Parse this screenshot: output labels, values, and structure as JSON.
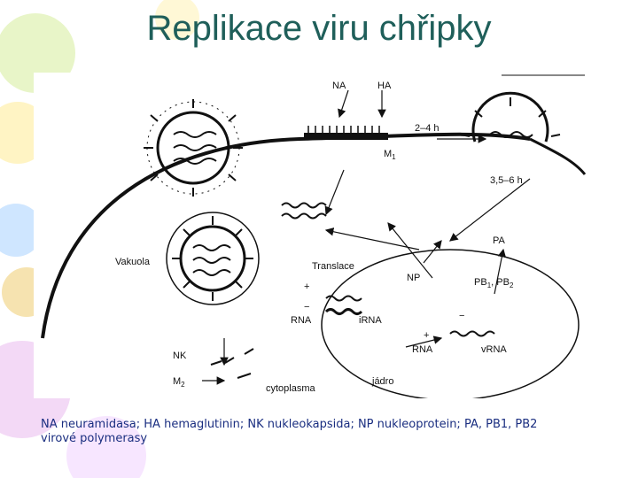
{
  "title": "Replikace viru chřipky",
  "diagram": {
    "labels": {
      "na": "NA",
      "ha": "HA",
      "time_1": "2–4 h",
      "m1": "M",
      "m1_sub": "1",
      "time_2": "3,5–6 h",
      "pa": "PA",
      "vakuola": "Vakuola",
      "translace": "Translace",
      "np": "NP",
      "pb": "PB",
      "pb_sub1": "1",
      "pb_sep": ", PB",
      "pb_sub2": "2",
      "rna": "RNA",
      "irna": "iRNA",
      "rna2": "RNA",
      "vrna": "vRNA",
      "nk": "NK",
      "m2": "M",
      "m2_sub": "2",
      "cytoplasma": "cytoplasma",
      "jadro": "jádro",
      "plus_1": "+",
      "minus_1": "−",
      "plus_2": "+",
      "minus_2": "−"
    }
  },
  "caption": {
    "line1": "NA neuramidasa; HA hemaglutinin; NK nukleokapsida; NP nukleoprotein; PA, PB1, PB2",
    "line2": "virové polymerasy"
  }
}
